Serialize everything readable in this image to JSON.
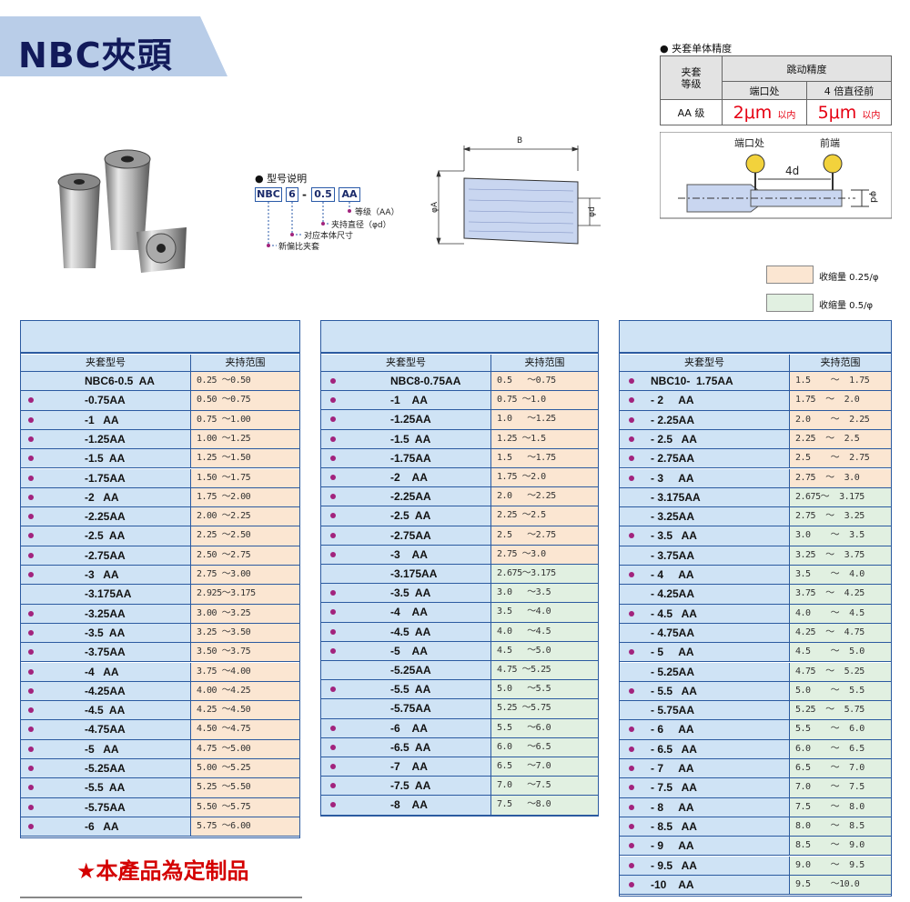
{
  "header": {
    "title": "NBC夾頭"
  },
  "model_legend": {
    "title": "型号说明",
    "parts": [
      "NBC",
      "6",
      "-",
      "0.5",
      "AA"
    ],
    "grade_label": "等级（AA）",
    "clamp_label": "夹持直径（φd）",
    "size_label": "对应本体尺寸",
    "series_label": "新偏比夹套"
  },
  "dim_labels": {
    "b": "B",
    "a": "φA",
    "d": "φd"
  },
  "precision": {
    "title": "夹套单体精度",
    "col_grade": "夹套\n等级",
    "col_runout": "跳动精度",
    "col_mouth": "端口处",
    "col_4d": "4 倍直径前",
    "row_grade": "AA 级",
    "val_mouth": "2μm",
    "val_4d": "5μm",
    "within": "以内",
    "gauge_mouth": "端口处",
    "gauge_front": "前端",
    "gauge_4d": "4d",
    "gauge_d": "φd"
  },
  "legend_keys": [
    {
      "label": "收缩量 0.25/φ",
      "color": "#fbe6d2"
    },
    {
      "label": "收缩量 0.5/φ",
      "color": "#e1f0e1"
    }
  ],
  "tables": [
    {
      "col_model": "夹套型号",
      "col_range": "夹持范围",
      "rows": [
        {
          "model": "NBC6-0.5  AA",
          "range": "0.25 ～0.50",
          "dot": false,
          "shade": "orange"
        },
        {
          "model": "-0.75AA",
          "range": "0.50 ～0.75",
          "dot": true,
          "shade": "orange"
        },
        {
          "model": "-1   AA",
          "range": "0.75 ～1.00",
          "dot": true,
          "shade": "orange"
        },
        {
          "model": "-1.25AA",
          "range": "1.00 ～1.25",
          "dot": true,
          "shade": "orange"
        },
        {
          "model": "-1.5  AA",
          "range": "1.25 ～1.50",
          "dot": true,
          "shade": "orange"
        },
        {
          "model": "-1.75AA",
          "range": "1.50 ～1.75",
          "dot": true,
          "shade": "orange"
        },
        {
          "model": "-2   AA",
          "range": "1.75 ～2.00",
          "dot": true,
          "shade": "orange"
        },
        {
          "model": "-2.25AA",
          "range": "2.00 ～2.25",
          "dot": true,
          "shade": "orange"
        },
        {
          "model": "-2.5  AA",
          "range": "2.25 ～2.50",
          "dot": true,
          "shade": "orange"
        },
        {
          "model": "-2.75AA",
          "range": "2.50 ～2.75",
          "dot": true,
          "shade": "orange"
        },
        {
          "model": "-3   AA",
          "range": "2.75 ～3.00",
          "dot": true,
          "shade": "orange"
        },
        {
          "model": "-3.175AA",
          "range": "2.925～3.175",
          "dot": false,
          "shade": "orange"
        },
        {
          "model": "-3.25AA",
          "range": "3.00 ～3.25",
          "dot": true,
          "shade": "orange"
        },
        {
          "model": "-3.5  AA",
          "range": "3.25 ～3.50",
          "dot": true,
          "shade": "orange"
        },
        {
          "model": "-3.75AA",
          "range": "3.50 ～3.75",
          "dot": true,
          "shade": "orange"
        },
        {
          "model": "-4   AA",
          "range": "3.75 ～4.00",
          "dot": true,
          "shade": "orange"
        },
        {
          "model": "-4.25AA",
          "range": "4.00 ～4.25",
          "dot": true,
          "shade": "orange"
        },
        {
          "model": "-4.5  AA",
          "range": "4.25 ～4.50",
          "dot": true,
          "shade": "orange"
        },
        {
          "model": "-4.75AA",
          "range": "4.50 ～4.75",
          "dot": true,
          "shade": "orange"
        },
        {
          "model": "-5   AA",
          "range": "4.75 ～5.00",
          "dot": true,
          "shade": "orange"
        },
        {
          "model": "-5.25AA",
          "range": "5.00 ～5.25",
          "dot": true,
          "shade": "orange"
        },
        {
          "model": "-5.5  AA",
          "range": "5.25 ～5.50",
          "dot": true,
          "shade": "orange"
        },
        {
          "model": "-5.75AA",
          "range": "5.50 ～5.75",
          "dot": true,
          "shade": "orange"
        },
        {
          "model": "-6   AA",
          "range": "5.75 ～6.00",
          "dot": true,
          "shade": "orange"
        }
      ]
    },
    {
      "col_model": "夹套型号",
      "col_range": "夹持范围",
      "rows": [
        {
          "model": "NBC8-0.75AA",
          "range": "0.5   ～0.75",
          "dot": true,
          "shade": "orange"
        },
        {
          "model": "-1    AA",
          "range": "0.75 ～1.0",
          "dot": true,
          "shade": "orange"
        },
        {
          "model": "-1.25AA",
          "range": "1.0   ～1.25",
          "dot": true,
          "shade": "orange"
        },
        {
          "model": "-1.5  AA",
          "range": "1.25 ～1.5",
          "dot": true,
          "shade": "orange"
        },
        {
          "model": "-1.75AA",
          "range": "1.5   ～1.75",
          "dot": true,
          "shade": "orange"
        },
        {
          "model": "-2    AA",
          "range": "1.75 ～2.0",
          "dot": true,
          "shade": "orange"
        },
        {
          "model": "-2.25AA",
          "range": "2.0   ～2.25",
          "dot": true,
          "shade": "orange"
        },
        {
          "model": "-2.5  AA",
          "range": "2.25 ～2.5",
          "dot": true,
          "shade": "orange"
        },
        {
          "model": "-2.75AA",
          "range": "2.5   ～2.75",
          "dot": true,
          "shade": "orange"
        },
        {
          "model": "-3    AA",
          "range": "2.75 ～3.0",
          "dot": true,
          "shade": "orange"
        },
        {
          "model": "-3.175AA",
          "range": "2.675～3.175",
          "dot": false,
          "shade": "green"
        },
        {
          "model": "-3.5  AA",
          "range": "3.0   ～3.5",
          "dot": true,
          "shade": "green"
        },
        {
          "model": "-4    AA",
          "range": "3.5   ～4.0",
          "dot": true,
          "shade": "green"
        },
        {
          "model": "-4.5  AA",
          "range": "4.0   ～4.5",
          "dot": true,
          "shade": "green"
        },
        {
          "model": "-5    AA",
          "range": "4.5   ～5.0",
          "dot": true,
          "shade": "green"
        },
        {
          "model": "-5.25AA",
          "range": "4.75 ～5.25",
          "dot": false,
          "shade": "green"
        },
        {
          "model": "-5.5  AA",
          "range": "5.0   ～5.5",
          "dot": true,
          "shade": "green"
        },
        {
          "model": "-5.75AA",
          "range": "5.25 ～5.75",
          "dot": false,
          "shade": "green"
        },
        {
          "model": "-6    AA",
          "range": "5.5   ～6.0",
          "dot": true,
          "shade": "green"
        },
        {
          "model": "-6.5  AA",
          "range": "6.0   ～6.5",
          "dot": true,
          "shade": "green"
        },
        {
          "model": "-7    AA",
          "range": "6.5   ～7.0",
          "dot": true,
          "shade": "green"
        },
        {
          "model": "-7.5  AA",
          "range": "7.0   ～7.5",
          "dot": true,
          "shade": "green"
        },
        {
          "model": "-8    AA",
          "range": "7.5   ～8.0",
          "dot": true,
          "shade": "green"
        }
      ]
    },
    {
      "col_model": "夹套型号",
      "col_range": "夹持范围",
      "rows": [
        {
          "model": "NBC10-  1.75AA",
          "range": "1.5    ～  1.75",
          "dot": true,
          "shade": "orange"
        },
        {
          "model": "- 2     AA",
          "range": "1.75  ～  2.0",
          "dot": true,
          "shade": "orange"
        },
        {
          "model": "- 2.25AA",
          "range": "2.0    ～  2.25",
          "dot": true,
          "shade": "orange"
        },
        {
          "model": "- 2.5   AA",
          "range": "2.25  ～  2.5",
          "dot": true,
          "shade": "orange"
        },
        {
          "model": "- 2.75AA",
          "range": "2.5    ～  2.75",
          "dot": true,
          "shade": "orange"
        },
        {
          "model": "- 3     AA",
          "range": "2.75  ～  3.0",
          "dot": true,
          "shade": "orange"
        },
        {
          "model": "- 3.175AA",
          "range": "2.675～  3.175",
          "dot": false,
          "shade": "green"
        },
        {
          "model": "- 3.25AA",
          "range": "2.75  ～  3.25",
          "dot": false,
          "shade": "green"
        },
        {
          "model": "- 3.5   AA",
          "range": "3.0    ～  3.5",
          "dot": true,
          "shade": "green"
        },
        {
          "model": "- 3.75AA",
          "range": "3.25  ～  3.75",
          "dot": false,
          "shade": "green"
        },
        {
          "model": "- 4     AA",
          "range": "3.5    ～  4.0",
          "dot": true,
          "shade": "green"
        },
        {
          "model": "- 4.25AA",
          "range": "3.75  ～  4.25",
          "dot": false,
          "shade": "green"
        },
        {
          "model": "- 4.5   AA",
          "range": "4.0    ～  4.5",
          "dot": true,
          "shade": "green"
        },
        {
          "model": "- 4.75AA",
          "range": "4.25  ～  4.75",
          "dot": false,
          "shade": "green"
        },
        {
          "model": "- 5     AA",
          "range": "4.5    ～  5.0",
          "dot": true,
          "shade": "green"
        },
        {
          "model": "- 5.25AA",
          "range": "4.75  ～  5.25",
          "dot": false,
          "shade": "green"
        },
        {
          "model": "- 5.5   AA",
          "range": "5.0    ～  5.5",
          "dot": true,
          "shade": "green"
        },
        {
          "model": "- 5.75AA",
          "range": "5.25  ～  5.75",
          "dot": false,
          "shade": "green"
        },
        {
          "model": "- 6     AA",
          "range": "5.5    ～  6.0",
          "dot": true,
          "shade": "green"
        },
        {
          "model": "- 6.5   AA",
          "range": "6.0    ～  6.5",
          "dot": true,
          "shade": "green"
        },
        {
          "model": "- 7     AA",
          "range": "6.5    ～  7.0",
          "dot": true,
          "shade": "green"
        },
        {
          "model": "- 7.5   AA",
          "range": "7.0    ～  7.5",
          "dot": true,
          "shade": "green"
        },
        {
          "model": "- 8     AA",
          "range": "7.5    ～  8.0",
          "dot": true,
          "shade": "green"
        },
        {
          "model": "- 8.5   AA",
          "range": "8.0    ～  8.5",
          "dot": true,
          "shade": "green"
        },
        {
          "model": "- 9     AA",
          "range": "8.5    ～  9.0",
          "dot": true,
          "shade": "green"
        },
        {
          "model": "- 9.5   AA",
          "range": "9.0    ～  9.5",
          "dot": true,
          "shade": "green"
        },
        {
          "model": "-10    AA",
          "range": "9.5    ～10.0",
          "dot": true,
          "shade": "green"
        }
      ]
    }
  ],
  "footer": {
    "notice": "★本產品為定制品"
  }
}
